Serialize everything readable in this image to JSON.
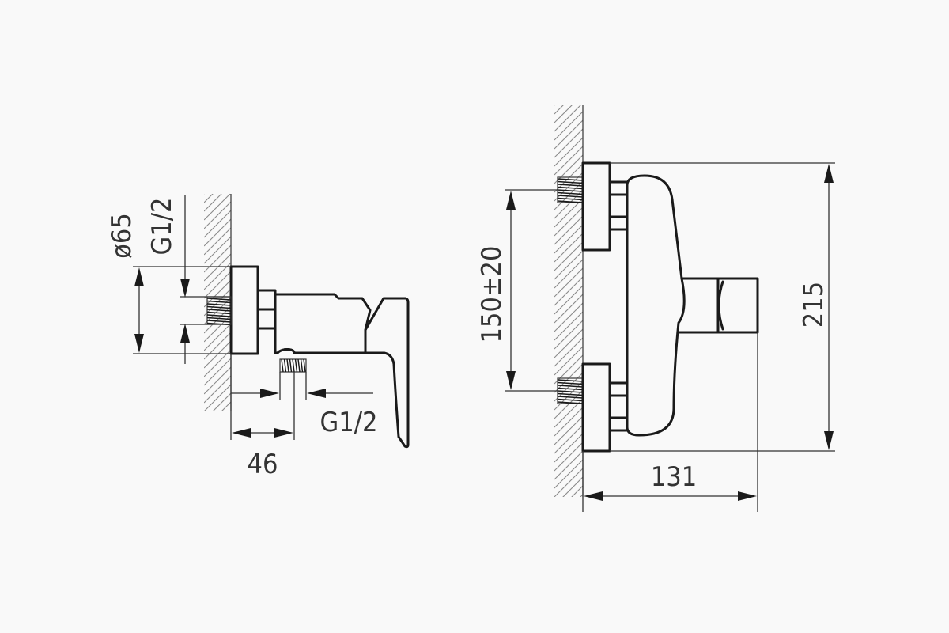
{
  "labels": {
    "side_diameter": "ø65",
    "side_inlet_thread": "G1/2",
    "side_outlet_thread": "G1/2",
    "side_depth": "46",
    "front_spacing": "150±20",
    "front_height": "215",
    "front_width": "131"
  }
}
